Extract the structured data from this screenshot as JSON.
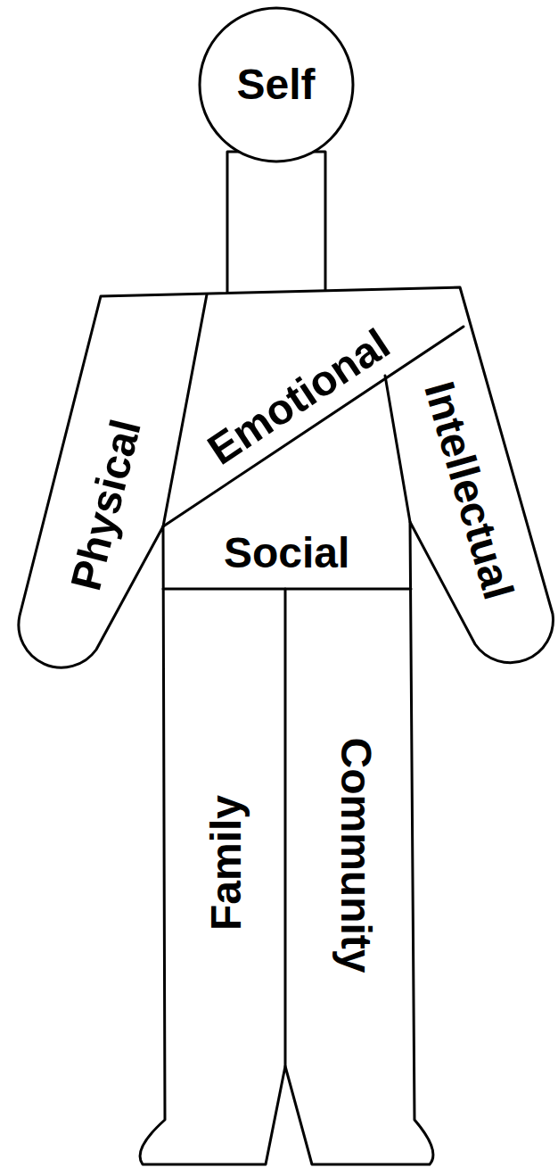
{
  "diagram": {
    "nodes": [
      {
        "text": [
          "Self"
        ]
      },
      {
        "text": [
          "Physical"
        ]
      },
      {
        "text": [
          "Emotional"
        ]
      },
      {
        "text": [
          "Intellectual"
        ]
      },
      {
        "text": [
          "Social"
        ]
      },
      {
        "text": [
          "Family"
        ]
      },
      {
        "text": [
          "Community"
        ]
      }
    ]
  }
}
